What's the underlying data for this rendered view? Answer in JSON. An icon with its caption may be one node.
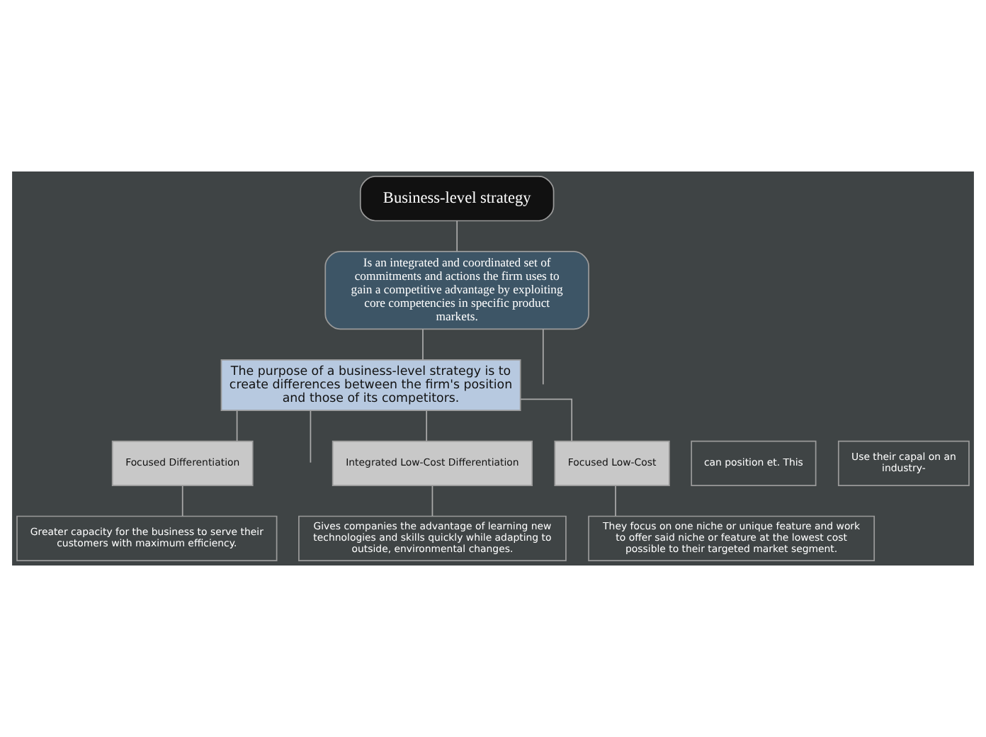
{
  "diagram": {
    "nodes": [
      {
        "text": [
          "Business-level strategy"
        ]
      },
      {
        "text": [
          "Is an integrated and coordinated set of commitments and actions the firm uses to gain a competitive advantage by exploiting core competencies in specific product markets."
        ]
      },
      {
        "text": [
          "The purpose of a business-level strategy is to create differences between the firm's position and those of its competitors."
        ]
      },
      {
        "text": [
          "can position et. This"
        ]
      },
      {
        "text": [
          "Integrated Low-Cost Differentiation"
        ]
      },
      {
        "text": [
          "Focused Differentiation"
        ]
      },
      {
        "text": [
          "Focused Low-Cost"
        ]
      },
      {
        "text": [
          "Use their capal on an industry-"
        ]
      },
      {
        "text": [
          "Gives companies the advantage of learning new technologies and skills quickly while adapting to outside, environmental changes."
        ]
      },
      {
        "text": [
          "Greater capacity for the business to serve their customers with maximum efficiency."
        ]
      },
      {
        "text": [
          "They focus on one niche or unique feature and work to offer said niche or feature at the lowest cost possible to their targeted market segment."
        ]
      }
    ],
    "edges": [
      {
        "from": 0,
        "to": 1,
        "arrow": "none"
      },
      {
        "from": 1,
        "to": 2,
        "arrow": "none"
      },
      {
        "from": 1,
        "to": null,
        "arrow": "none"
      },
      {
        "from": 2,
        "to": null,
        "arrow": "none"
      },
      {
        "from": 2,
        "to": 4,
        "arrow": "none"
      },
      {
        "from": 2,
        "to": 5,
        "arrow": "none"
      },
      {
        "from": 2,
        "to": 6,
        "arrow": "none"
      },
      {
        "from": 4,
        "to": 8,
        "arrow": "none"
      },
      {
        "from": 5,
        "to": 9,
        "arrow": "none"
      },
      {
        "from": 6,
        "to": 10,
        "arrow": "none"
      }
    ]
  }
}
